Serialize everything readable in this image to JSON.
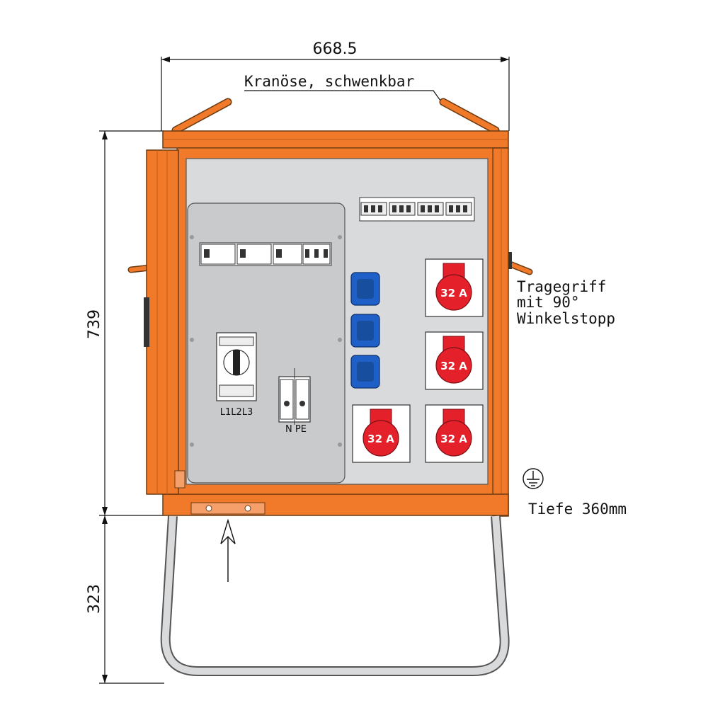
{
  "dimensions": {
    "width_label": "668.5",
    "height_label": "739",
    "leg_height_label": "323"
  },
  "annotations": {
    "crane_eye": "Kranöse, schwenkbar",
    "handle_line1": "Tragegriff",
    "handle_line2": "mit 90°",
    "handle_line3": "Winkelstopp",
    "depth": "Tiefe 360mm"
  },
  "switch_labels": {
    "phases": "L1L2L3",
    "neutral_pe": "N PE"
  },
  "cee_sockets": [
    {
      "rating": "32 A"
    },
    {
      "rating": "32 A"
    },
    {
      "rating": "32 A"
    },
    {
      "rating": "32 A"
    }
  ],
  "colors": {
    "housing_orange": "#f07a2a",
    "panel_grey": "#d9dadc",
    "schuko_blue": "#1f5fc8",
    "cee_red": "#e4202a"
  },
  "icons": {
    "ground": "earth-ground-icon",
    "arrow": "arrow-up-icon"
  }
}
